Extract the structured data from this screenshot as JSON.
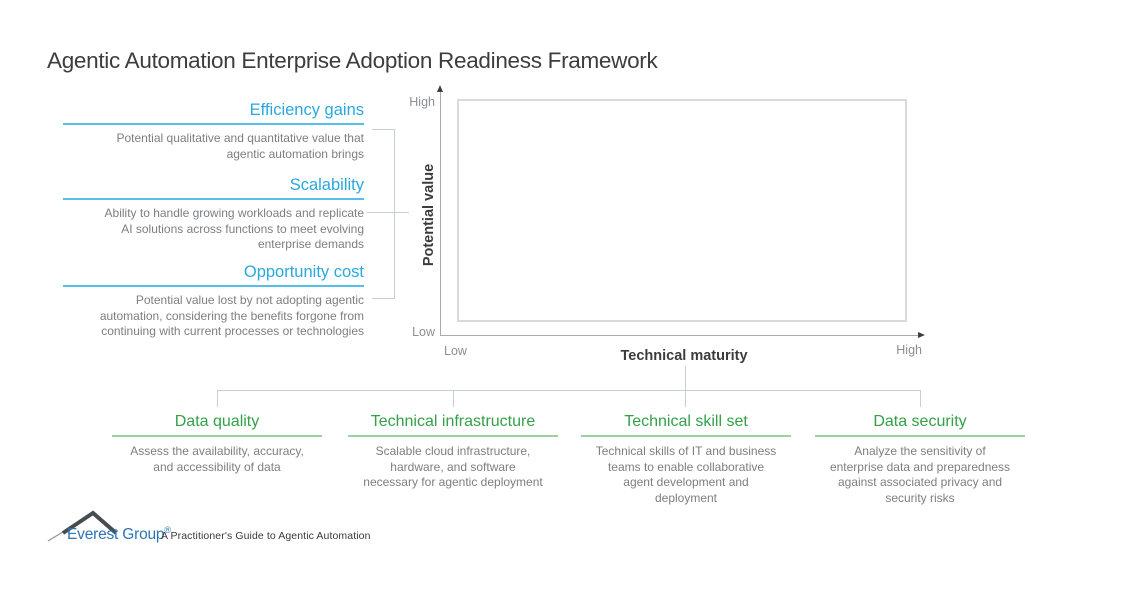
{
  "title": "Agentic Automation Enterprise Adoption Readiness Framework",
  "colors": {
    "blue_accent": "#29A8DF",
    "blue_underline": "#55BEE9",
    "green_accent": "#34A048",
    "green_underline": "#9CD2A2",
    "description_gray": "#7B7F82",
    "title_gray": "#3D3D3D",
    "axis_line_gray": "#A6ABAF",
    "plot_box_gray": "#DADADA",
    "connector_gray": "#C9CED2",
    "logo_blue": "#2E74B5"
  },
  "value_drivers": {
    "items": [
      {
        "label": "Efficiency gains",
        "description": [
          "Potential qualitative and quantitative value that",
          "agentic automation brings"
        ]
      },
      {
        "label": "Scalability",
        "description": [
          "Ability to handle growing workloads and replicate",
          "AI solutions across functions to meet evolving",
          "enterprise demands"
        ]
      },
      {
        "label": "Opportunity cost",
        "description": [
          "Potential value lost by not adopting agentic",
          "automation, considering the benefits forgone from",
          "continuing with current processes or technologies"
        ]
      }
    ]
  },
  "chart": {
    "y_axis": {
      "title": "Potential value",
      "top_label": "High",
      "bottom_label": "Low"
    },
    "x_axis": {
      "title": "Technical maturity",
      "left_label": "Low",
      "right_label": "High"
    }
  },
  "readiness_factors": {
    "items": [
      {
        "label": "Data quality",
        "description": [
          "Assess the availability, accuracy,",
          "and accessibility of data"
        ]
      },
      {
        "label": "Technical infrastructure",
        "description": [
          "Scalable cloud infrastructure,",
          "hardware, and software",
          "necessary for agentic deployment"
        ]
      },
      {
        "label": "Technical skill set",
        "description": [
          "Technical skills of IT and business",
          "teams to enable collaborative",
          "agent development and",
          "deployment"
        ]
      },
      {
        "label": "Data security",
        "description": [
          "Analyze the sensitivity of",
          "enterprise data and preparedness",
          "against associated privacy and",
          "security risks"
        ]
      }
    ]
  },
  "footer": {
    "brand": "Everest Group",
    "registered_mark": "®",
    "tagline": "A Practitioner's Guide to Agentic Automation"
  }
}
